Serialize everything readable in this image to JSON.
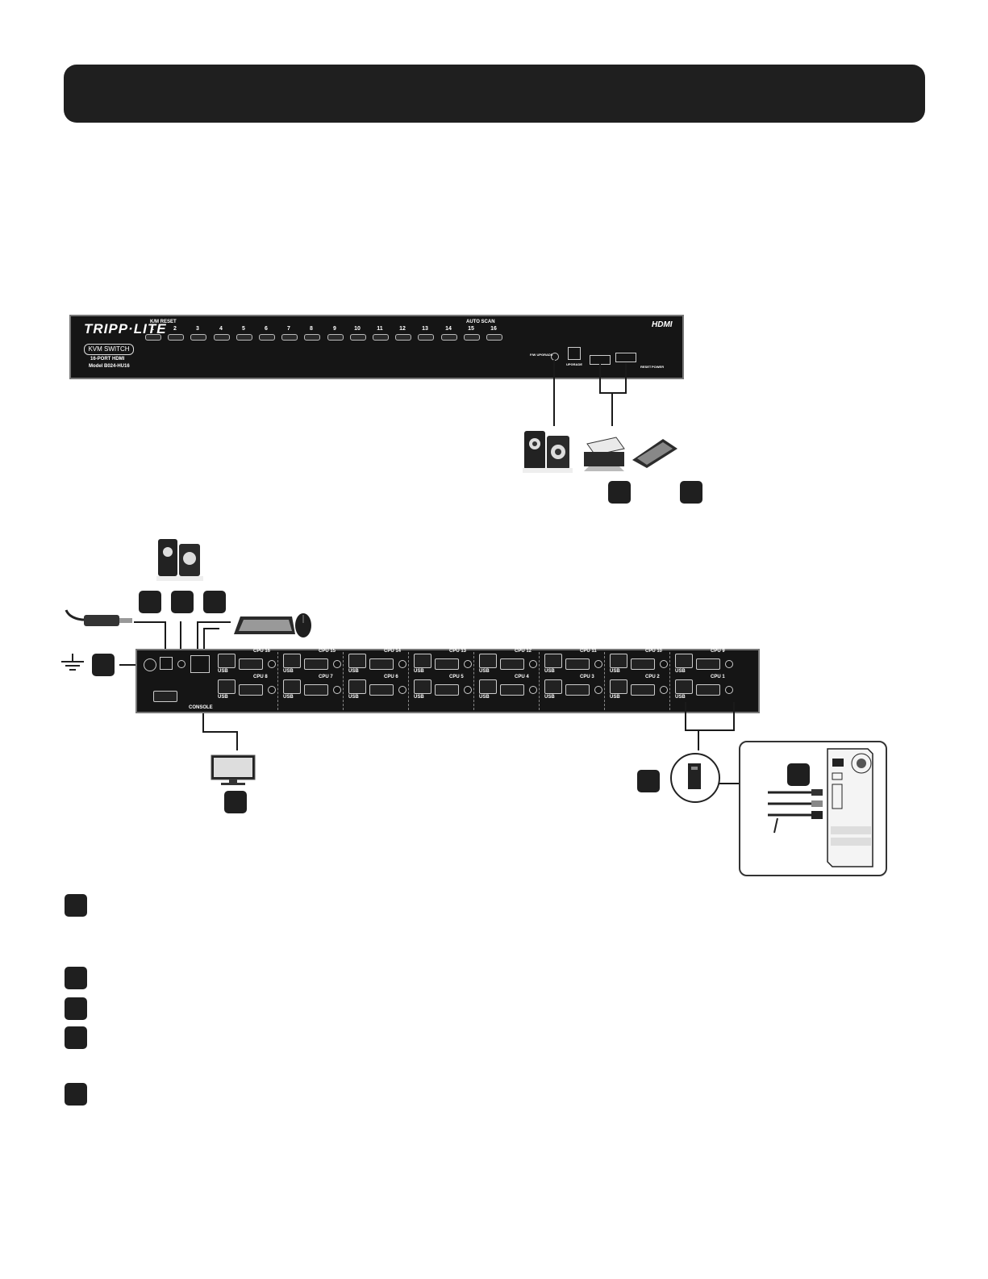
{
  "header": {},
  "front_panel": {
    "brand": "TRIPP·LITE",
    "badge": "KVM SWITCH",
    "subtitle": "16-PORT HDMI",
    "model": "Model B024-HU16",
    "km_reset": "K/M RESET",
    "auto_scan": "AUTO SCAN",
    "ports": [
      "1",
      "2",
      "3",
      "4",
      "5",
      "6",
      "7",
      "8",
      "9",
      "10",
      "11",
      "12",
      "13",
      "14",
      "15",
      "16"
    ],
    "hdmi": "HDMI",
    "fw_upgrade": "F/W UPGRADE",
    "upgrade": "UPGRADE",
    "reset": "RESET",
    "power": "POWER"
  },
  "rear_panel": {
    "cpu_labels_top": [
      "CPU 16",
      "CPU 15",
      "CPU 14",
      "CPU 13",
      "CPU 12",
      "CPU 11",
      "CPU 10",
      "CPU 9"
    ],
    "cpu_labels_bottom": [
      "CPU 8",
      "CPU 7",
      "CPU 6",
      "CPU 5",
      "CPU 4",
      "CPU 3",
      "CPU 2",
      "CPU 1"
    ],
    "usb": "USB",
    "console": "CONSOLE"
  },
  "icons": [
    "speakers-icon",
    "printer-icon",
    "scanner-icon",
    "power-adapter-icon",
    "ground-icon",
    "keyboard-icon",
    "mouse-icon",
    "monitor-icon",
    "computer-icon",
    "pc-tower-icon"
  ]
}
